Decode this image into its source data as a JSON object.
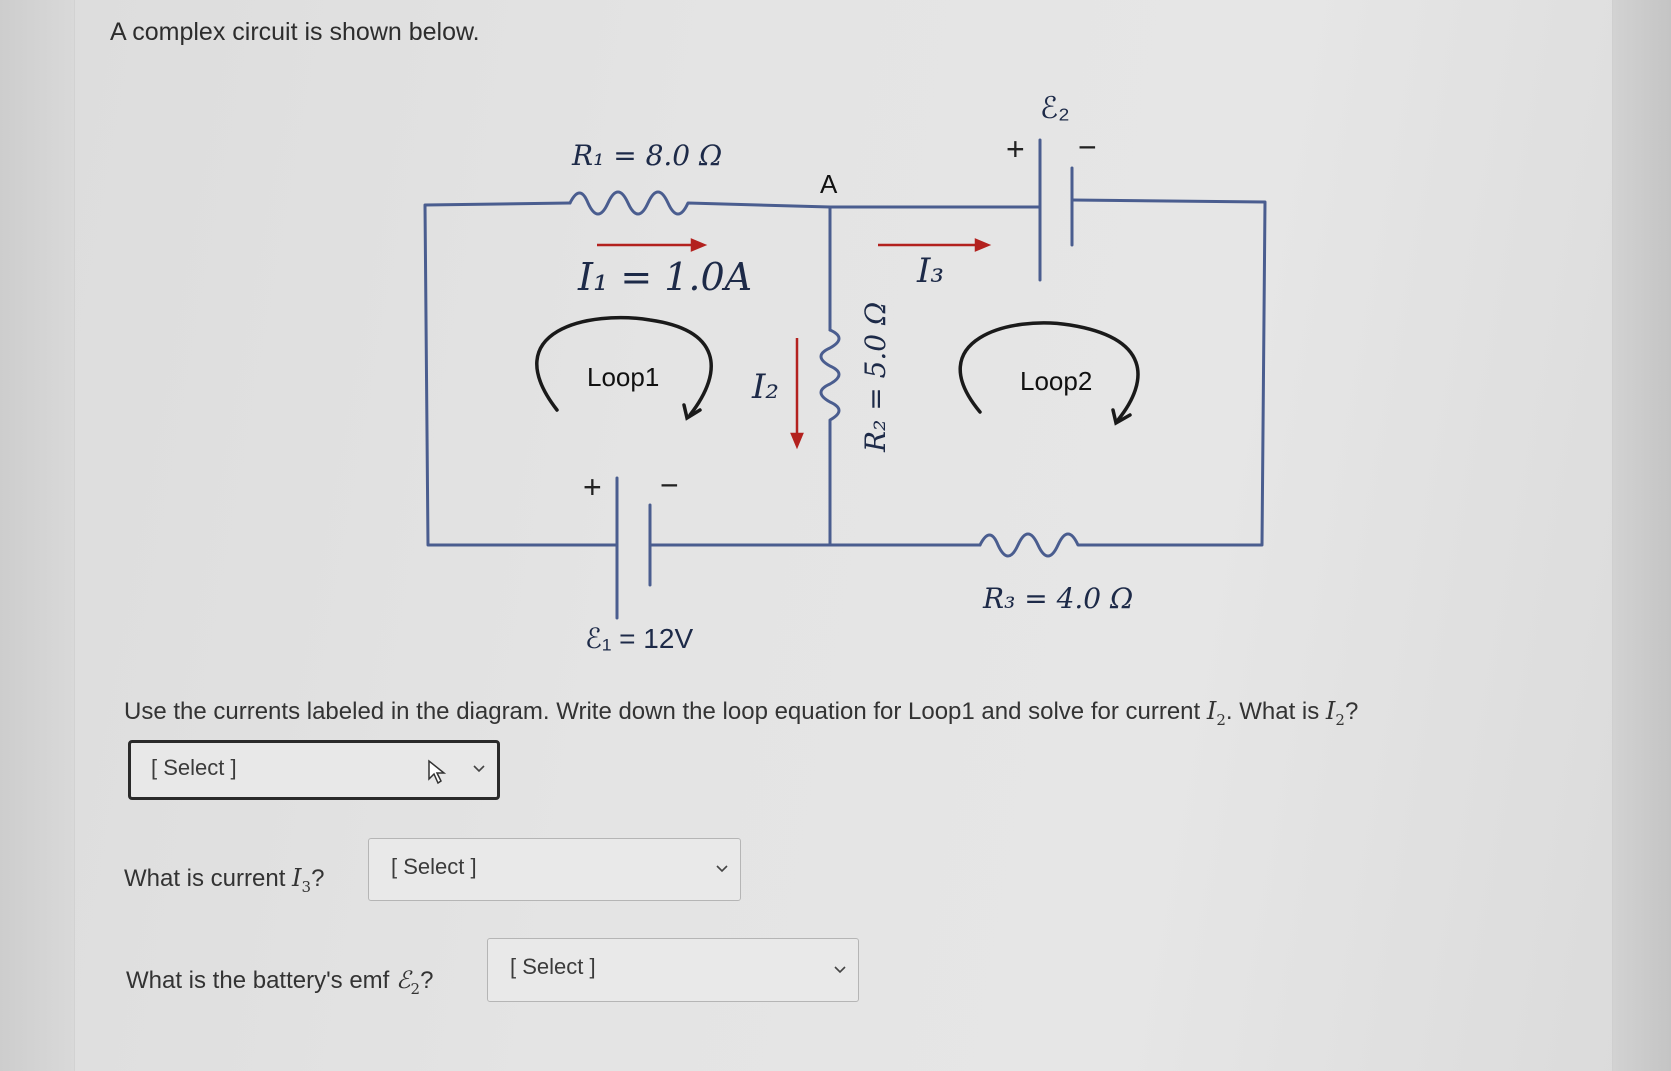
{
  "intro_text": "A complex circuit is shown below.",
  "diagram": {
    "r1_label": "R₁ = 8.0 Ω",
    "i1_label": "I₁ = 1.0A",
    "node_label": "A",
    "i3_label": "I₃",
    "r2_label": "R₂ = 5.0 Ω",
    "i2_label": "I₂",
    "loop1_label": "Loop1",
    "loop2_label": "Loop2",
    "e1_label": "ℰ₁ = 12V",
    "e2_label": "ℰ₂",
    "r3_label": "R₃ = 4.0 Ω",
    "plus": "+",
    "minus": "−",
    "wire_color": "#4a5d8f",
    "arrow_color": "#b3211e"
  },
  "questions": [
    {
      "text_before": "Use the currents labeled in the diagram. Write down the loop equation for Loop1 and solve for current ",
      "var1": "I",
      "var1_sub": "2",
      "text_mid": ". What is ",
      "var2": "I",
      "var2_sub": "2",
      "text_after": "?",
      "select_value": "[ Select ]"
    },
    {
      "text_before": "What is current ",
      "var1": "I",
      "var1_sub": "3",
      "text_after": "?",
      "select_value": "[ Select ]"
    },
    {
      "text_before": "What is the battery's emf ",
      "var1": "ℰ",
      "var1_sub": "2",
      "text_after": "?",
      "select_value": "[ Select ]"
    }
  ]
}
